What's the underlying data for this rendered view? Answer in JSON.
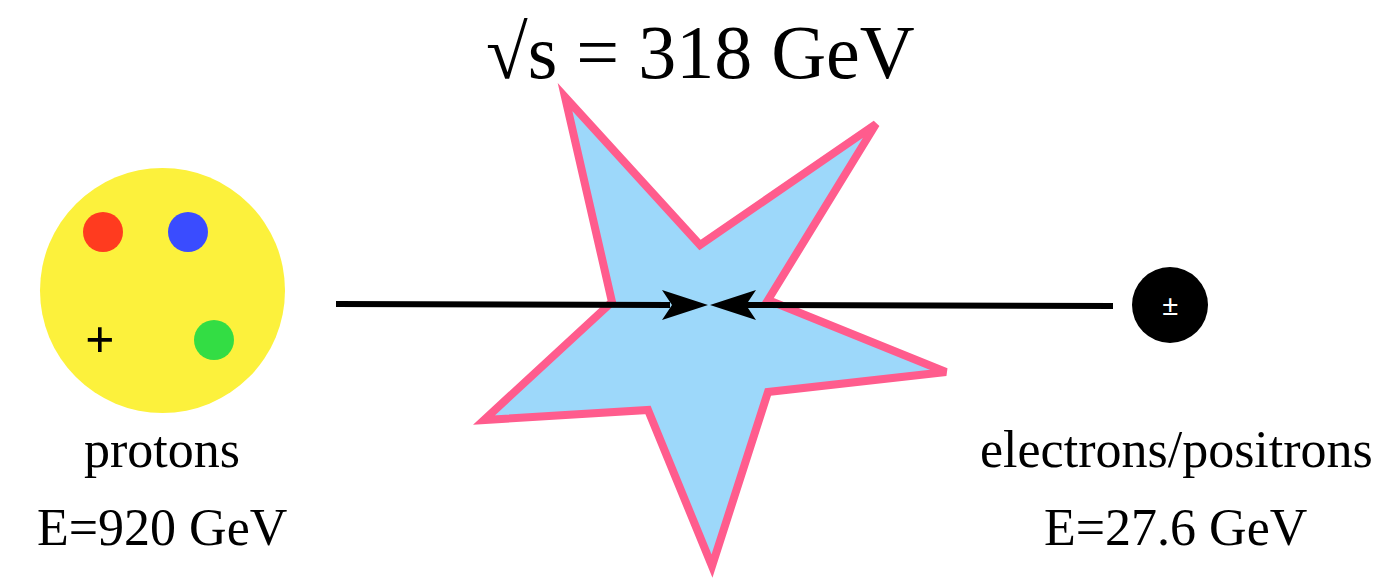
{
  "diagram": {
    "title": "√s = 318 GeV",
    "nodes": [
      {
        "text": [
          "+"
        ]
      },
      {
        "text": [
          "±"
        ]
      }
    ],
    "labels": [
      "protons",
      "E=920 GeV",
      "electrons/positrons",
      "E=27.6 GeV"
    ]
  }
}
